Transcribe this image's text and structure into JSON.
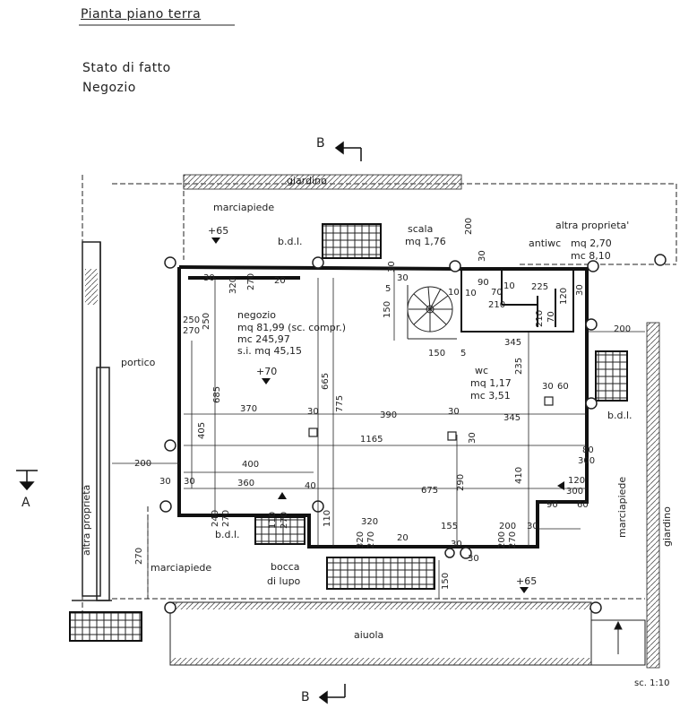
{
  "header": {
    "title": "Pianta piano terra",
    "state": "Stato di fatto",
    "use": "Negozio"
  },
  "section_marks": {
    "top": "B",
    "bottom": "B",
    "left": "A"
  },
  "rooms": {
    "giardino_top": "giardino",
    "marciapiede_top": "marciapiede",
    "altra_proprieta_top": "altra proprieta'",
    "portico": "portico",
    "altra_proprieta_left": "altra proprietà",
    "marciapiede_bottom": "marciapiede",
    "bocca_lupo_1": "bocca",
    "bocca_lupo_2": "di lupo",
    "aiuola": "aiuola",
    "marciapiede_right": "marciapiede",
    "giardino_right": "giardino",
    "negozio": {
      "name": "negozio",
      "area": "mq 81,99 (sc. compr.)",
      "volume": "mc 245,97",
      "su": "s.i. mq 45,15"
    },
    "scala": {
      "name": "scala",
      "area": "mq 1,76"
    },
    "wc": {
      "name": "wc",
      "area": "mq 1,17",
      "volume": "mc 3,51"
    },
    "antiwc": {
      "name": "antiwc",
      "area": "mq 2,70",
      "volume": "mc 8,10"
    }
  },
  "bdl": {
    "a": "b.d.l.",
    "b": "b.d.l.",
    "c": "b.d.l."
  },
  "levels": {
    "a": "+65",
    "b": "+70",
    "c": "+65"
  },
  "dims": {
    "d200a": "200",
    "d30a": "30",
    "d30b": "30",
    "d30c": "30",
    "d320": "320",
    "d270a": "270",
    "d20a": "20",
    "d5a": "5",
    "d150a": "150",
    "d10a": "10",
    "d10b": "10",
    "d70a": "70",
    "d90a": "90",
    "d10c": "10",
    "d225": "225",
    "d210": "210",
    "d30d": "30",
    "d120a": "120",
    "d250a": "250",
    "d270b": "270",
    "d250b": "250",
    "d150b": "150",
    "d5b": "5",
    "d345a": "345",
    "d70b": "70",
    "d210b": "210",
    "d200b": "200",
    "d685": "685",
    "d665": "665",
    "d775": "775",
    "d235": "235",
    "d30e": "30",
    "d60a": "60",
    "d370": "370",
    "d30f": "30",
    "d390": "390",
    "d30g": "30",
    "d345b": "345",
    "d405": "405",
    "d1165": "1165",
    "d30h": "30",
    "d80": "80",
    "d300a": "300",
    "d200c": "200",
    "d400": "400",
    "d290": "290",
    "d410": "410",
    "d120b": "120",
    "d30i": "30",
    "d30j": "30",
    "d360": "360",
    "d40": "40",
    "d675": "675",
    "d300b": "300",
    "d90b": "90",
    "d60b": "60",
    "d240": "240",
    "d270c": "270",
    "d110a": "110",
    "d270d": "270",
    "d110b": "110",
    "d320b": "320",
    "d155": "155",
    "d200d": "200",
    "d30k": "30",
    "d270e": "270",
    "d320c": "320",
    "d270f": "270",
    "d20b": "20",
    "d30l": "30",
    "d200e": "200",
    "d270g": "270",
    "d30m": "30",
    "d150c": "150"
  },
  "scale": "sc. 1:10"
}
